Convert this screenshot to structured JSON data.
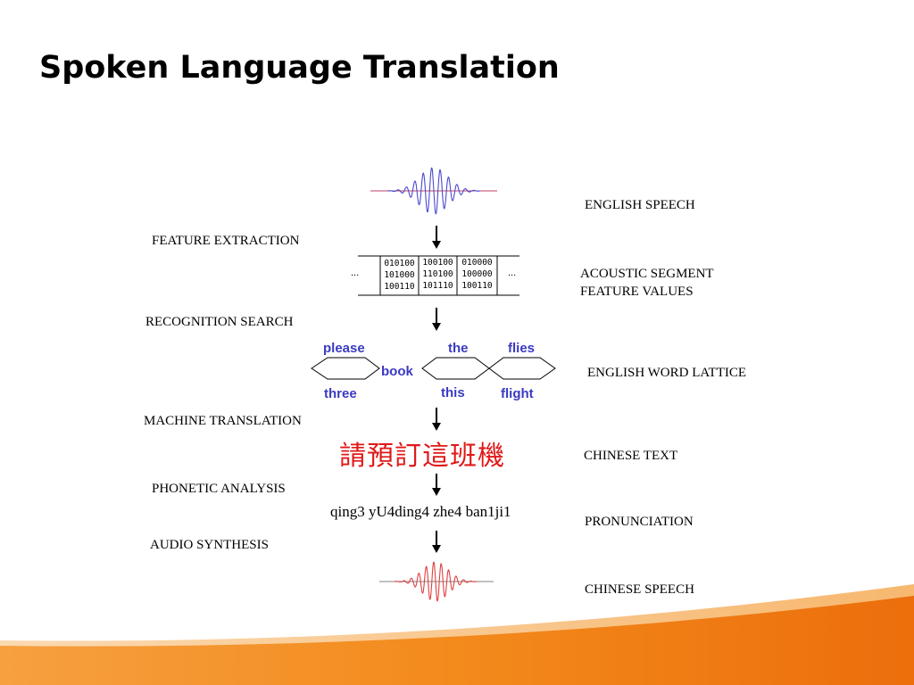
{
  "slide": {
    "title": "Spoken Language Translation"
  },
  "pipeline": {
    "left_labels": {
      "feature_extraction": "FEATURE EXTRACTION",
      "recognition_search": "RECOGNITION SEARCH",
      "machine_translation": "MACHINE TRANSLATION",
      "phonetic_analysis": "PHONETIC ANALYSIS",
      "audio_synthesis": "AUDIO SYNTHESIS"
    },
    "right_labels": {
      "english_speech": "ENGLISH SPEECH",
      "acoustic_segment_line1": "ACOUSTIC SEGMENT",
      "acoustic_segment_line2": "FEATURE VALUES",
      "english_word_lattice": "ENGLISH WORD LATTICE",
      "chinese_text": "CHINESE TEXT",
      "pronunciation": "PRONUNCIATION",
      "chinese_speech": "CHINESE SPEECH"
    },
    "feature_values": {
      "ellipsis": "...",
      "columns": [
        [
          "010100",
          "101000",
          "100110"
        ],
        [
          "100100",
          "110100",
          "101110"
        ],
        [
          "010000",
          "100000",
          "100110"
        ]
      ]
    },
    "word_lattice": {
      "please": "please",
      "three": "three",
      "book": "book",
      "the": "the",
      "this": "this",
      "flies": "flies",
      "flight": "flight"
    },
    "chinese_text": "請預訂這班機",
    "pronunciation_text": "qing3 yU4ding4 zhe4 ban1ji1"
  },
  "colors": {
    "english_wave": "#4a4ad0",
    "chinese_wave": "#e04040",
    "lattice_words": "#3a3ac2",
    "chinese_text": "#e01818",
    "footer_orange": "#f28a1c"
  }
}
